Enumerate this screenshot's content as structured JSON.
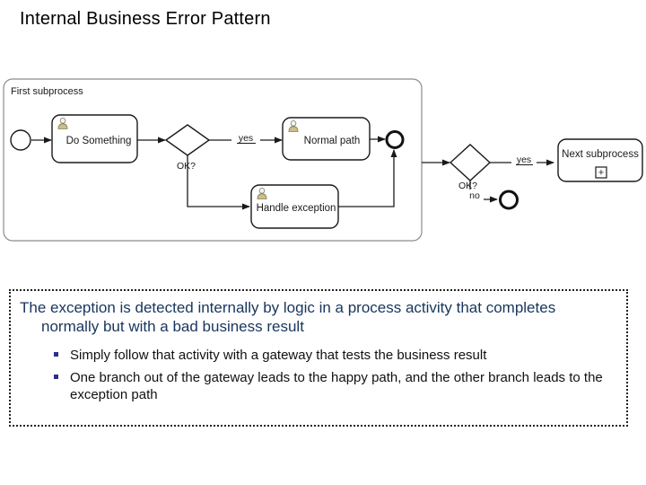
{
  "slide": {
    "title": "Internal Business Error Pattern"
  },
  "diagram": {
    "container_label": "First subprocess",
    "tasks": {
      "do_something": "Do Something",
      "normal_path": "Normal path",
      "handle_exception": "Handle exception",
      "next_subprocess": "Next subprocess"
    },
    "gateways": {
      "gateway1_label": "OK?",
      "gateway2_label": "OK?"
    },
    "flow_labels": {
      "yes1": "yes",
      "no": "no",
      "yes2": "yes"
    },
    "subprocess_marker": "+"
  },
  "notes": {
    "lead": "The exception is detected internally by logic in a process activity that completes normally but with a bad business result",
    "bullets": [
      "Simply follow that activity with a gateway that tests the business result",
      "One branch out of the gateway leads to the happy path, and the other branch leads to the exception path"
    ]
  },
  "colors": {
    "lead_text": "#17365D",
    "bullet_square": "#2D2D86",
    "container_border": "#8C8C8C",
    "shape_stroke": "#1a1a1a"
  }
}
